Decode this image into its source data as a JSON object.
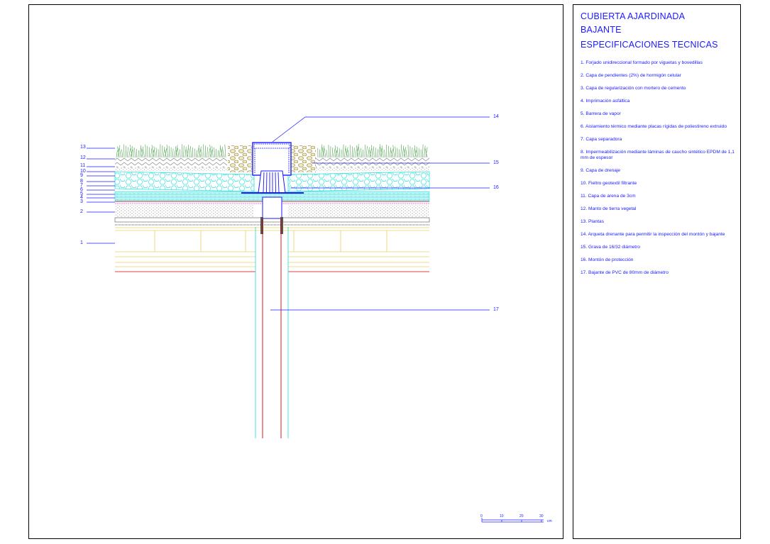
{
  "header": {
    "title_1": "CUBIERTA AJARDINADA",
    "title_2": "BAJANTE",
    "title_3": "ESPECIFICACIONES TECNICAS"
  },
  "specs": [
    "1. Forjado unidireccional formado por viguetas y bovedillas",
    "2. Capa de pendientes (2%) de hormigón celular",
    "3. Capa de regularización con mortero de cemento",
    "4. Imprimación asfáltica",
    "5. Barrera de vapor",
    "6. Aislamiento térmico mediante placas rígidas de poliestireno extruido",
    "7. Capa separadora",
    "8. Impermeabilización mediante láminas de caucho sintético EPDM de 1,1 mm de espesor",
    "9. Capa de drenaje",
    "10. Fieltro geotextil filtrante",
    "11. Capa de arena de 3cm",
    "12. Manto de tierra vegetal",
    "13. Plantas",
    "14. Arqueta drenante para permitir la inspección del montón y bajante",
    "15. Grava de 16/32 diámetro",
    "16. Montón de protección",
    "17. Bajante de PVC de 80mm de diámetro"
  ],
  "labels_left": [
    "13",
    "12",
    "11",
    "10",
    "9",
    "8",
    "7",
    "6",
    "5",
    "4",
    "3",
    "2",
    "1"
  ],
  "labels_right": [
    "14",
    "15",
    "16",
    "17"
  ],
  "scale": {
    "ticks": [
      "0",
      "10",
      "20",
      "30"
    ],
    "unit": "cm"
  },
  "colors": {
    "accent": "#1a1aff",
    "cyan": "#33e0e0",
    "red": "#d40000",
    "yellow": "#e8d060",
    "green": "#4aa04a"
  }
}
